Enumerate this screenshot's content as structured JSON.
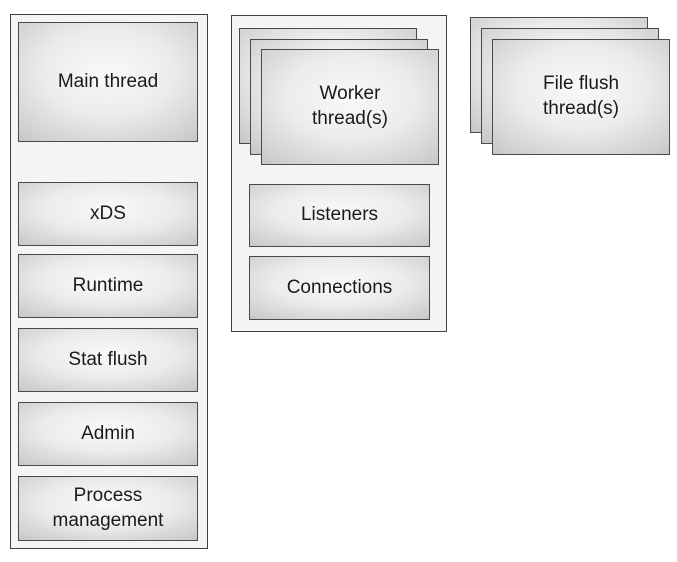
{
  "panels": {
    "main": {
      "primary_label": "Main thread",
      "items": [
        {
          "label": "xDS"
        },
        {
          "label": "Runtime"
        },
        {
          "label": "Stat flush"
        },
        {
          "label": "Admin"
        },
        {
          "label": "Process management"
        }
      ]
    },
    "worker": {
      "stack_label": "Worker thread(s)",
      "items": [
        {
          "label": "Listeners"
        },
        {
          "label": "Connections"
        }
      ]
    },
    "file_flush": {
      "stack_label": "File flush thread(s)"
    }
  },
  "colors": {
    "background": "#ffffff",
    "panel_fill": "#f4f4f4",
    "panel_border": "#404040",
    "box_border": "#4a4a4a",
    "box_gradient_center": "#f9f9f9",
    "box_gradient_edge": "#a9a9a9",
    "text": "#1a1a1a"
  }
}
